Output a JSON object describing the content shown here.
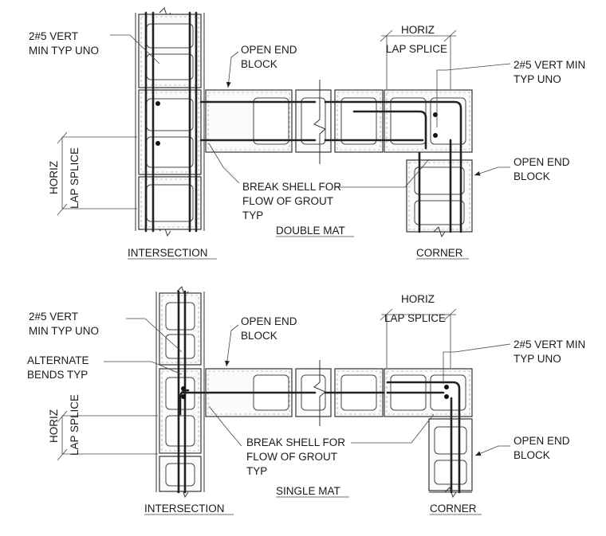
{
  "colors": {
    "line": "#333333",
    "rebar": "#222222",
    "background": "#ffffff"
  },
  "top_detail": {
    "vert_left": [
      "2#5 VERT",
      "MIN TYP UNO"
    ],
    "open_end_center": [
      "OPEN END",
      "BLOCK"
    ],
    "horiz_top": [
      "HORIZ",
      "LAP SPLICE"
    ],
    "vert_right": [
      "2#5 VERT MIN",
      "TYP UNO"
    ],
    "open_end_right": [
      "OPEN END",
      "BLOCK"
    ],
    "break_shell": [
      "BREAK SHELL FOR",
      "FLOW OF GROUT",
      "TYP"
    ],
    "horiz_side": [
      "HORIZ",
      "LAP SPLICE"
    ],
    "mat_label": "DOUBLE MAT",
    "intersection_label": "INTERSECTION",
    "corner_label": "CORNER"
  },
  "bottom_detail": {
    "vert_left": [
      "2#5 VERT",
      "MIN TYP UNO"
    ],
    "open_end_center": [
      "OPEN END",
      "BLOCK"
    ],
    "alternate": [
      "ALTERNATE",
      "BENDS TYP"
    ],
    "horiz_top": [
      "HORIZ",
      "LAP SPLICE"
    ],
    "vert_right": [
      "2#5 VERT MIN",
      "TYP UNO"
    ],
    "open_end_right": [
      "OPEN END",
      "BLOCK"
    ],
    "break_shell": [
      "BREAK SHELL FOR",
      "FLOW OF GROUT",
      "TYP"
    ],
    "horiz_side": [
      "HORIZ",
      "LAP SPLICE"
    ],
    "mat_label": "SINGLE MAT",
    "intersection_label": "INTERSECTION",
    "corner_label": "CORNER"
  }
}
